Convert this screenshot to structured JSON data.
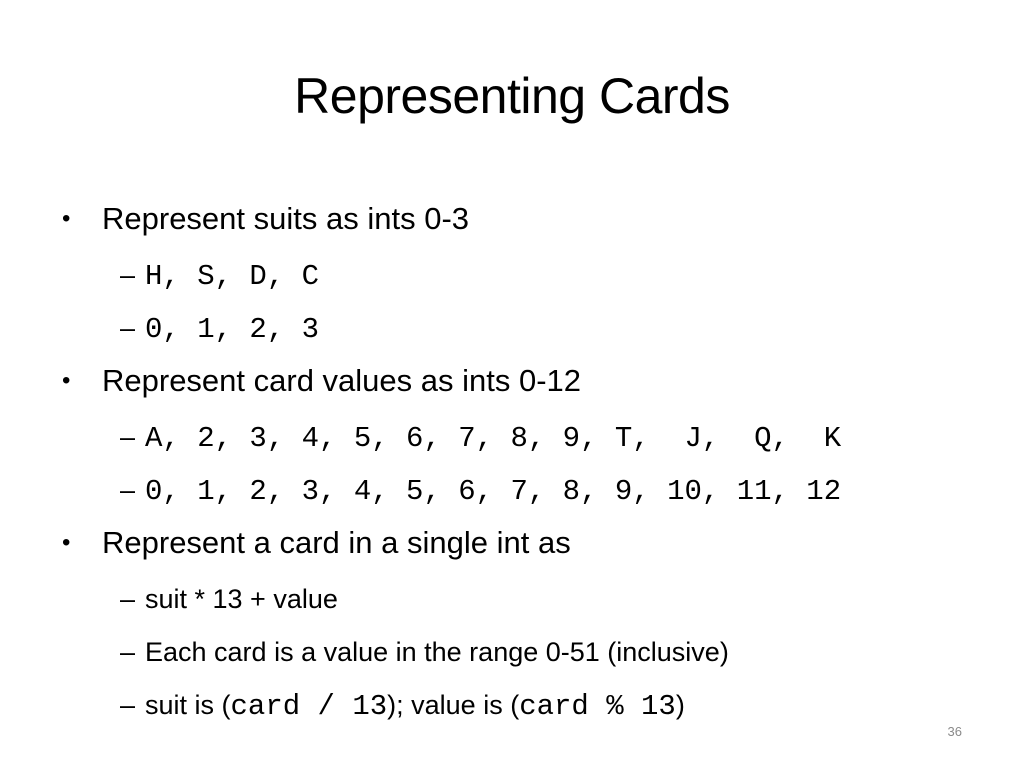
{
  "slide": {
    "title": "Representing Cards",
    "bullet_glyph": "•",
    "dash_glyph": "–",
    "page_number": "36",
    "sections": [
      {
        "text": "Represent suits as ints 0-3",
        "subs": [
          {
            "code": "H, S, D, C"
          },
          {
            "code": "0, 1, 2, 3"
          }
        ]
      },
      {
        "text": "Represent card values as ints 0-12",
        "subs": [
          {
            "code": "A, 2, 3, 4, 5, 6, 7, 8, 9, T,  J,  Q,  K"
          },
          {
            "code": "0, 1, 2, 3, 4, 5, 6, 7, 8, 9, 10, 11, 12"
          }
        ]
      },
      {
        "text": "Represent a card in a single int as",
        "subs": [
          {
            "text": "suit * 13 + value"
          },
          {
            "text": "Each card is a value in the range 0-51 (inclusive)"
          },
          {
            "prefix": "suit is (",
            "code1": "card / 13",
            "middle": "); value is (",
            "code2": "card % 13",
            "suffix": ")"
          }
        ]
      }
    ]
  }
}
